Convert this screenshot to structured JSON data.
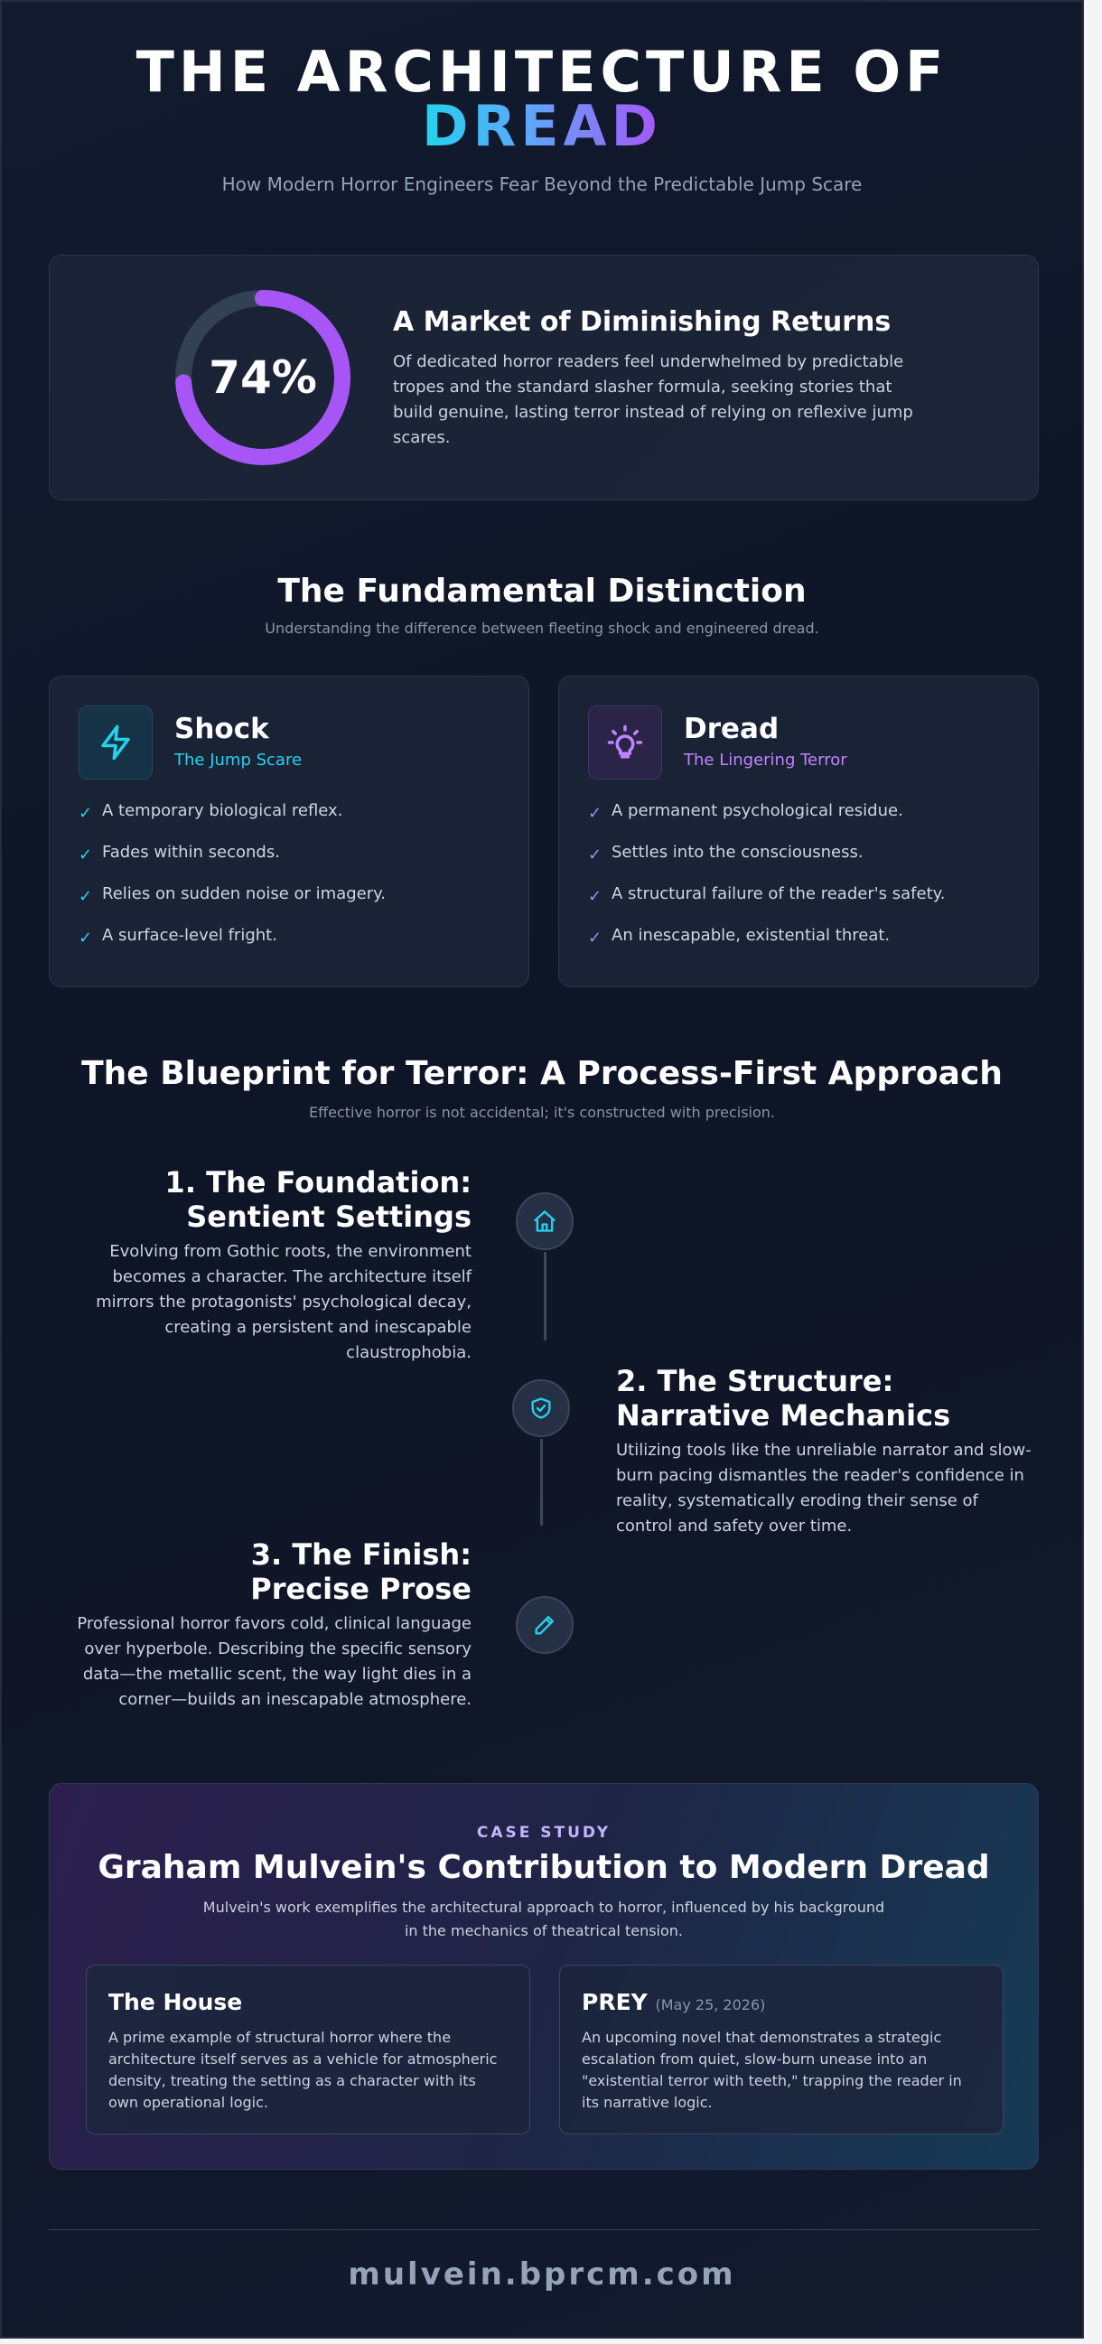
{
  "header": {
    "title_line1": "THE ARCHITECTURE OF",
    "title_line2": "DREAD",
    "subtitle": "How Modern Horror Engineers Fear Beyond the Predictable Jump Scare"
  },
  "stat": {
    "percent": 74,
    "value_label": "74%",
    "title": "A Market of Diminishing Returns",
    "text": "Of dedicated horror readers feel underwhelmed by predictable tropes and the standard slasher formula, seeking stories that build genuine, lasting terror instead of relying on reflexive jump scares.",
    "ring_color": "#a855f7",
    "track_color": "#334155"
  },
  "distinction": {
    "title": "The Fundamental Distinction",
    "subtitle": "Understanding the difference between fleeting shock and engineered dread.",
    "shock": {
      "icon": "lightning-icon",
      "title": "Shock",
      "subtitle": "The Jump Scare",
      "items": [
        "A temporary biological reflex.",
        "Fades within seconds.",
        "Relies on sudden noise or imagery.",
        "A surface-level fright."
      ]
    },
    "dread": {
      "icon": "lightbulb-icon",
      "title": "Dread",
      "subtitle": "The Lingering Terror",
      "items": [
        "A permanent psychological residue.",
        "Settles into the consciousness.",
        "A structural failure of the reader's safety.",
        "An inescapable, existential threat."
      ]
    },
    "check_glyph": "✓"
  },
  "blueprint": {
    "title": "The Blueprint for Terror: A Process-First Approach",
    "subtitle": "Effective horror is not accidental; it's constructed with precision.",
    "steps": [
      {
        "icon": "house-icon",
        "title": "1. The Foundation: Sentient Settings",
        "text": "Evolving from Gothic roots, the environment becomes a character. The architecture itself mirrors the protagonists' psychological decay, creating a persistent and inescapable claustrophobia."
      },
      {
        "icon": "shield-check-icon",
        "title": "2. The Structure: Narrative Mechanics",
        "text": "Utilizing tools like the unreliable narrator and slow-burn pacing dismantles the reader's confidence in reality, systematically eroding their sense of control and safety over time."
      },
      {
        "icon": "pencil-icon",
        "title": "3. The Finish: Precise Prose",
        "text": "Professional horror favors cold, clinical language over hyperbole. Describing the specific sensory data—the metallic scent, the way light dies in a corner—builds an inescapable atmosphere."
      }
    ]
  },
  "case_study": {
    "label": "CASE STUDY",
    "title": "Graham Mulvein's Contribution to Modern Dread",
    "description": "Mulvein's work exemplifies the architectural approach to horror, influenced by his background in the mechanics of theatrical tension.",
    "works": [
      {
        "title": "The House",
        "date": "",
        "text": "A prime example of structural horror where the architecture itself serves as a vehicle for atmospheric density, treating the setting as a character with its own operational logic."
      },
      {
        "title": "PREY",
        "date": "(May 25, 2026)",
        "text": "An upcoming novel that demonstrates a strategic escalation from quiet, slow-burn unease into an \"existential terror with teeth,\" trapping the reader in its narrative logic."
      }
    ]
  },
  "footer": {
    "url": "mulvein.bprcm.com"
  }
}
